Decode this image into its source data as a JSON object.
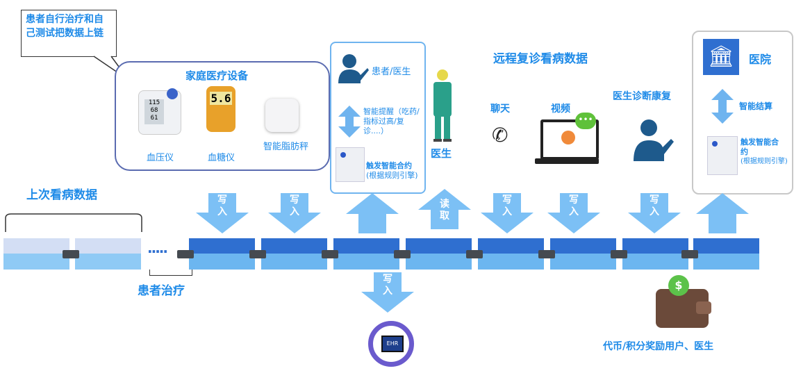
{
  "callout": "患者自行治疗和自己测试把数据上链",
  "home_devices": {
    "title": "家庭医疗设备",
    "items": [
      "血压仪",
      "血糖仪",
      "智能脂肪秤"
    ],
    "glucose_reading": "5.6",
    "bp_readings": [
      "115",
      "68",
      "61"
    ]
  },
  "patient_panel": {
    "role": "患者/医生",
    "reminder": "智能提醒（吃药/指标过高/复诊....）",
    "contract": "触发智能合约",
    "contract_note": "(根据规则引擎)"
  },
  "doctor_label": "医生",
  "remote": {
    "title": "远程复诊看病数据",
    "chat": "聊天",
    "video": "视频",
    "diagnosis": "医生诊断康复"
  },
  "hospital_panel": {
    "name": "医院",
    "settlement": "智能结算",
    "contract": "触发智能合",
    "contract2": "约",
    "contract_note": "(根据规则引擎)"
  },
  "last_visit": "上次看病数据",
  "treatment": "患者治疗",
  "dots": "·····",
  "arrows": {
    "write": "写入",
    "read": "读取"
  },
  "ehr": "EHR",
  "reward": "代币/积分奖励用户、医生",
  "colors": {
    "chain_top": "#2f6fd0",
    "chain_bottom": "#6cb6f0",
    "arrow": "#7cc0f5",
    "text": "#1f8be8"
  }
}
